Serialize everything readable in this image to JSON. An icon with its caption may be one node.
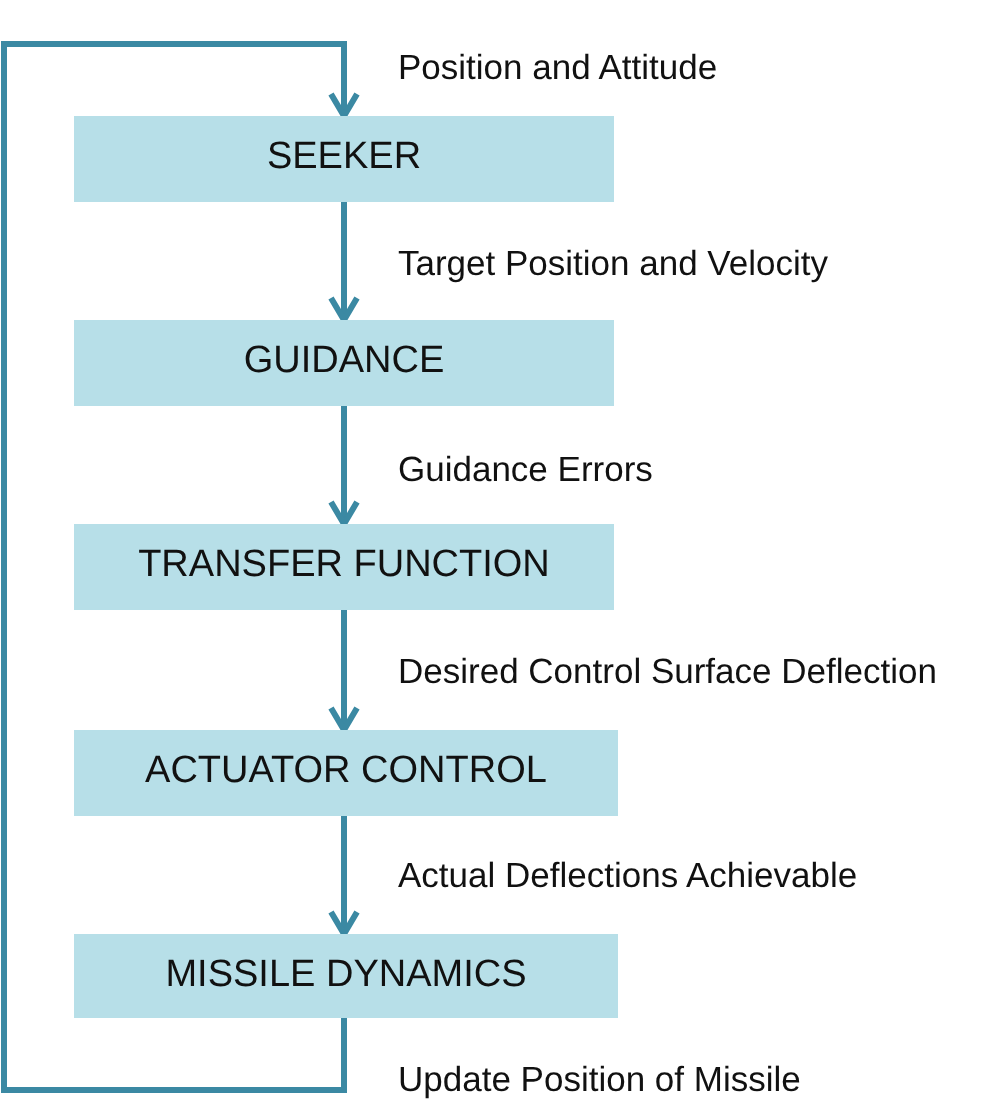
{
  "diagram": {
    "nodes": [
      {
        "text": [
          "SEEKER"
        ]
      },
      {
        "text": [
          "GUIDANCE"
        ]
      },
      {
        "text": [
          "TRANSFER FUNCTION"
        ]
      },
      {
        "text": [
          "ACTUATOR CONTROL"
        ]
      },
      {
        "text": [
          "MISSILE DYNAMICS"
        ]
      }
    ],
    "edges": [
      {
        "from": 0,
        "to": 1,
        "arrow": "to",
        "label": "Target Position and Velocity"
      },
      {
        "from": 1,
        "to": 2,
        "arrow": "to",
        "label": "Guidance Errors"
      },
      {
        "from": 2,
        "to": 3,
        "arrow": "to",
        "label": "Desired Control Surface Deflection"
      },
      {
        "from": 3,
        "to": 4,
        "arrow": "to",
        "label": "Actual Deflections Achievable"
      },
      {
        "from": 4,
        "to": 0,
        "arrow": "to",
        "label": "Update Position of Missile"
      }
    ],
    "labels": [
      "Position and Attitude"
    ]
  }
}
